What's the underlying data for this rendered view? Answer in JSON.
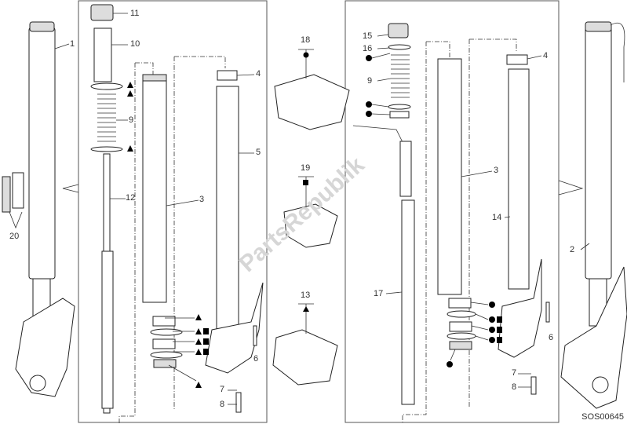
{
  "diagram": {
    "title_code": "SOS00645",
    "watermark": "PartsRepublik",
    "labels_left_panel": [
      "11",
      "10",
      "9",
      "12",
      "3",
      "4",
      "5",
      "6",
      "7",
      "8"
    ],
    "labels_center": [
      "18",
      "19",
      "13"
    ],
    "labels_right_panel": [
      "15",
      "16",
      "9",
      "3",
      "4",
      "14",
      "17",
      "6",
      "7",
      "8"
    ],
    "labels_outside": [
      "1",
      "20",
      "2"
    ]
  }
}
